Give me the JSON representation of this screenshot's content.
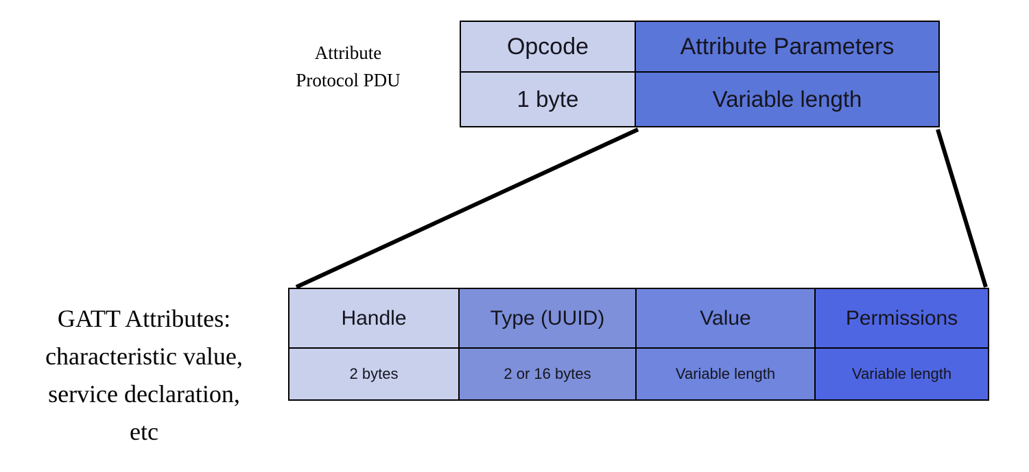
{
  "colors": {
    "background": "#ffffff",
    "border": "#000000",
    "cell_text": "#15151f",
    "label_text": "#000000",
    "connector": "#000000"
  },
  "labels": {
    "pdu": {
      "lines": [
        "Attribute",
        "Protocol PDU"
      ]
    },
    "gatt": {
      "lines": [
        "GATT Attributes:",
        "characteristic value,",
        "service declaration,",
        "etc"
      ]
    }
  },
  "pdu_table": {
    "columns": [
      {
        "name": "Opcode",
        "size": "1 byte",
        "color": "#c9d0ec"
      },
      {
        "name": "Attribute Parameters",
        "size": "Variable length",
        "color": "#5b76d9"
      }
    ]
  },
  "gatt_table": {
    "columns": [
      {
        "name": "Handle",
        "size": "2 bytes",
        "color": "#c9d0ec"
      },
      {
        "name": "Type (UUID)",
        "size": "2 or 16 bytes",
        "color": "#7e90da"
      },
      {
        "name": "Value",
        "size": "Variable length",
        "color": "#6f85de"
      },
      {
        "name": "Permissions",
        "size": "Variable length",
        "color": "#4f66e2"
      }
    ]
  }
}
